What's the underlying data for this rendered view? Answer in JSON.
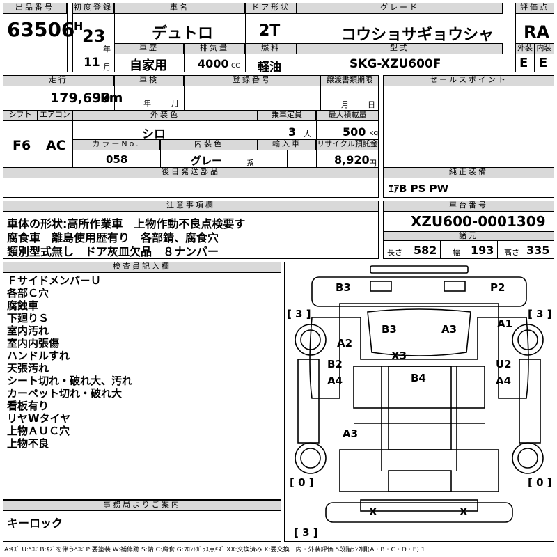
{
  "top": {
    "lot_label": "出品番号",
    "lot_no": "63506",
    "first_reg_label": "初度登録",
    "era": "H",
    "year": "23",
    "year_unit": "年",
    "month": "11",
    "month_unit": "月",
    "car_name_label": "車名",
    "car_name": "デュトロ",
    "door_label": "ドア形状",
    "door": "2T",
    "grade_label": "グレード",
    "grade": "コウショサギョウシャ",
    "score_label": "評価点",
    "score": "RA",
    "history_label": "車歴",
    "history": "自家用",
    "displacement_label": "排気量",
    "displacement": "4000",
    "cc": "CC",
    "fuel_label": "燃料",
    "fuel": "軽油",
    "model_label": "型式",
    "model": "SKG-XZU600F",
    "ext_label": "外装",
    "ext": "E",
    "int_label": "内装",
    "int": "E"
  },
  "mid": {
    "mileage_label": "走行",
    "mileage": "179,699",
    "km": "km",
    "inspection_label": "車検",
    "ins_year": "年",
    "ins_month": "月",
    "regno_label": "登録番号",
    "transfer_label": "譲渡書類期限",
    "tr_month": "月",
    "tr_day": "日",
    "sales_label": "セールスポイント",
    "shift_label": "シフト",
    "shift": "F6",
    "ac_label": "エアコン",
    "ac": "AC",
    "color_label": "外装色",
    "color": "シロ",
    "capacity_label": "乗車定員",
    "capacity": "3",
    "cap_unit": "人",
    "load_label": "最大積載量",
    "load": "500",
    "load_unit": "kg",
    "colorno_label": "カラーNo.",
    "colorno": "058",
    "interior_label": "内装色",
    "interior": "グレー",
    "kei": "系",
    "import_label": "輸入車",
    "recycle_label": "リサイクル預託金",
    "recycle": "8,920",
    "yen": "円",
    "later_label": "後日発送部品",
    "equip_label": "純正装備",
    "equip": "ｴｱB PS PW"
  },
  "caution": {
    "label": "注意事項欄",
    "lines": [
      "車体の形状:高所作業車　上物作動不良点検要す",
      "腐食車　離島使用歴有り　各部錆、腐食穴",
      "類別型式無し　ドア灰皿欠品　８ナンバー"
    ]
  },
  "chassis": {
    "label": "車台番号",
    "number": "XZU600-0001309",
    "spec_label": "諸元",
    "len_label": "長さ",
    "len": "582",
    "wid_label": "幅",
    "wid": "193",
    "hei_label": "高さ",
    "hei": "335"
  },
  "inspector": {
    "label": "検査員記入欄",
    "lines": [
      "Ｆサイドメンバ－Ｕ",
      "各部Ｃ穴",
      "腐蝕車",
      "下廻りＳ",
      "室内汚れ",
      "室内内張傷",
      "ハンドルすれ",
      "天張汚れ",
      "シート切れ・破れ大、汚れ",
      "カーペット切れ・破れ大",
      "看板有り",
      "リヤWタイヤ",
      "上物ＡＵＣ穴",
      "上物不良"
    ]
  },
  "office": {
    "label": "事務局よりご案内",
    "text": "キーロック"
  },
  "diagram": {
    "marks": [
      "B3",
      "P2",
      "[ 3 ]",
      "[ 3 ]",
      "A1",
      "B3",
      "A3",
      "A2",
      "X3",
      "B2",
      "U2",
      "A4",
      "B4",
      "A4",
      "A3",
      "[ 0 ]",
      "[ 0 ]",
      "X",
      "X",
      "[ 3 ]"
    ]
  },
  "footer": "A:ｷｽﾞ U:ﾍｺﾐ B:ｷｽﾞを伴うﾍｺﾐ P:要塗装 W:補修跡 S:錆 C:腐食 G:ﾌﾛﾝﾄｶﾞﾗｽ点ｷｽﾞ XX:交換済み X:要交換　内・外装評価 5段階ﾗﾝｸ順(A・B・C・D・E) 1"
}
